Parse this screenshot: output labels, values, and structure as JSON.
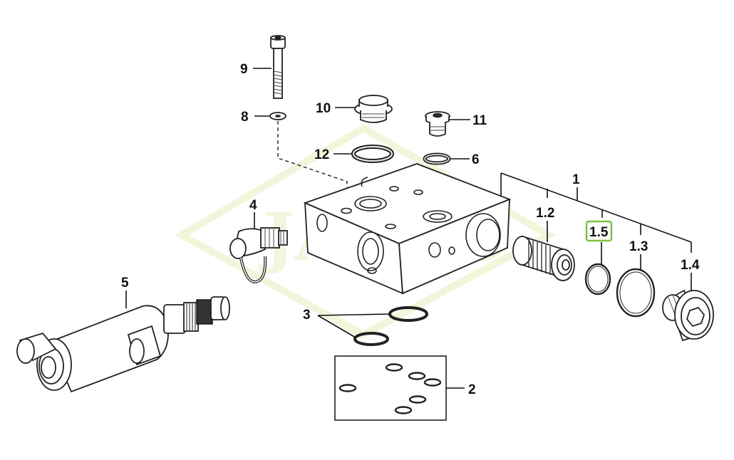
{
  "watermark": {
    "text": "JARCO"
  },
  "callouts": [
    {
      "id": "1",
      "text": "1"
    },
    {
      "id": "1.2",
      "text": "1.2"
    },
    {
      "id": "1.3",
      "text": "1.3"
    },
    {
      "id": "1.4",
      "text": "1.4"
    },
    {
      "id": "1.5",
      "text": "1.5",
      "highlighted": true
    },
    {
      "id": "2",
      "text": "2"
    },
    {
      "id": "3",
      "text": "3"
    },
    {
      "id": "4",
      "text": "4"
    },
    {
      "id": "5",
      "text": "5"
    },
    {
      "id": "6",
      "text": "6"
    },
    {
      "id": "8",
      "text": "8"
    },
    {
      "id": "9",
      "text": "9"
    },
    {
      "id": "10",
      "text": "10"
    },
    {
      "id": "11",
      "text": "11"
    },
    {
      "id": "12",
      "text": "12"
    }
  ],
  "colors": {
    "highlight": "#7cc242",
    "line": "#111111",
    "watermark": "#f3f5dc"
  }
}
